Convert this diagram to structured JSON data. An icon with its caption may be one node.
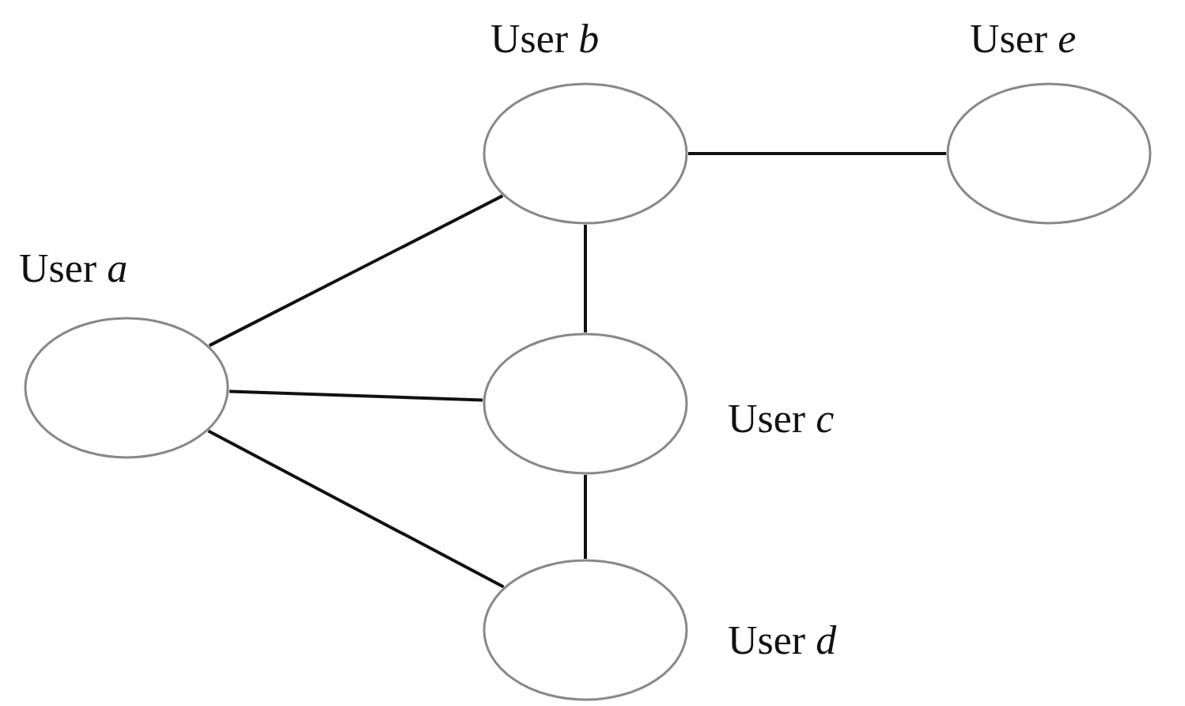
{
  "diagram": {
    "nodes": [
      {
        "text": [
          "User *a*"
        ]
      },
      {
        "text": [
          "User *b*"
        ]
      },
      {
        "text": [
          "User *e*"
        ]
      },
      {
        "text": [
          "User *c*"
        ]
      },
      {
        "text": [
          "User *d*"
        ]
      }
    ],
    "edges": [
      {
        "from": 0,
        "to": 1,
        "arrow": "none"
      },
      {
        "from": 0,
        "to": 3,
        "arrow": "none"
      },
      {
        "from": 0,
        "to": 4,
        "arrow": "none"
      },
      {
        "from": 1,
        "to": 2,
        "arrow": "none"
      },
      {
        "from": 1,
        "to": 3,
        "arrow": "none"
      },
      {
        "from": 3,
        "to": 4,
        "arrow": "none"
      }
    ]
  }
}
